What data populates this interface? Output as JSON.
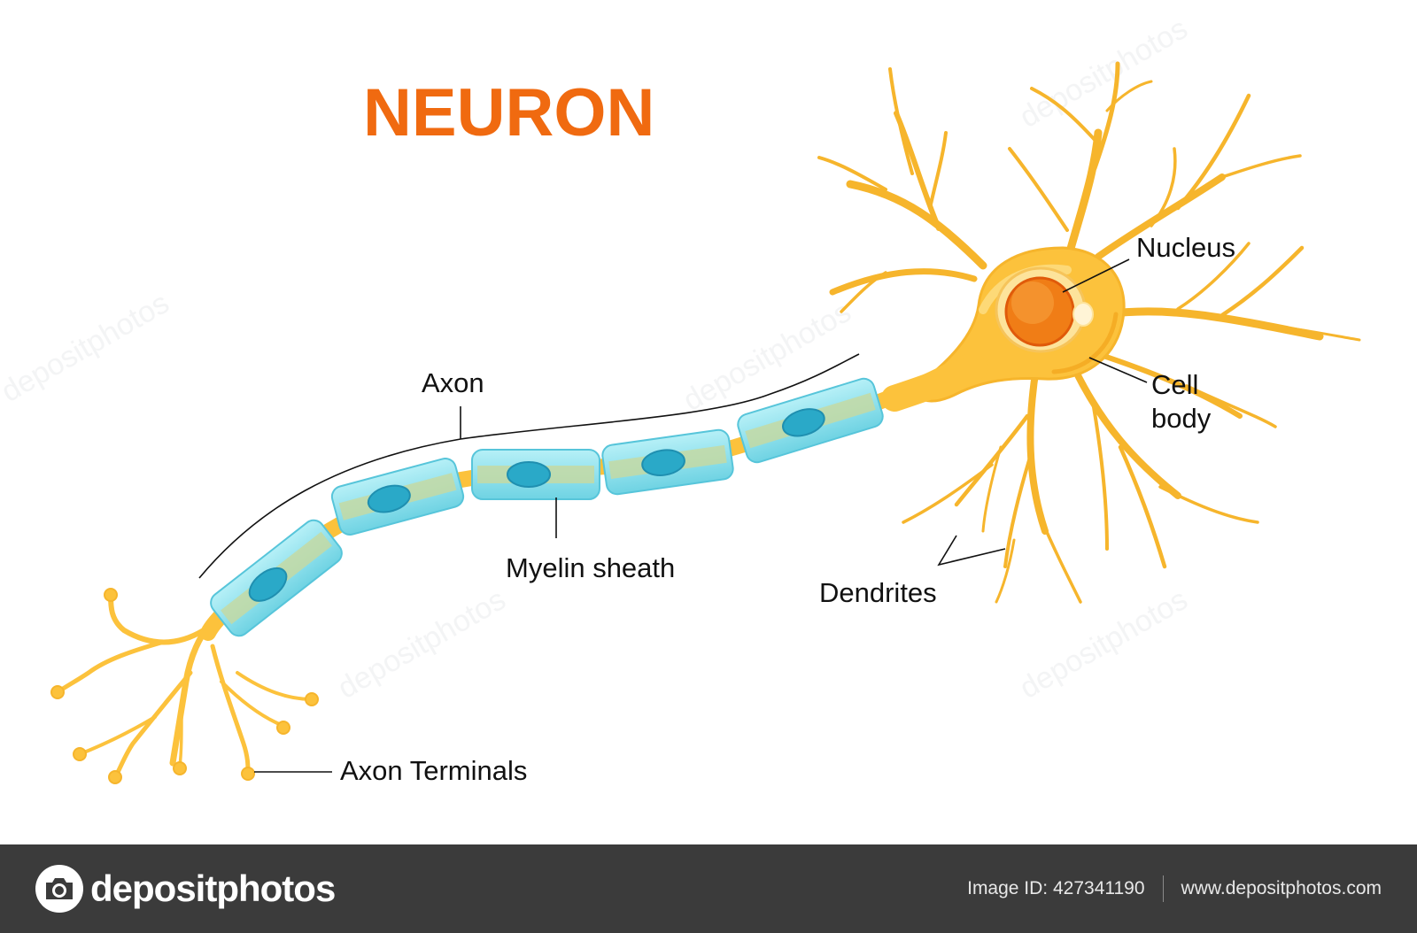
{
  "title": "NEURON",
  "labels": {
    "axon": "Axon",
    "nucleus": "Nucleus",
    "cell_body_line1": "Cell",
    "cell_body_line2": "body",
    "myelin_sheath": "Myelin sheath",
    "dendrites": "Dendrites",
    "axon_terminals": "Axon Terminals"
  },
  "footer": {
    "brand": "depositphotos",
    "image_id": "Image ID: 427341190",
    "url": "www.depositphotos.com"
  },
  "watermark": "depositphotos",
  "colors": {
    "title": "#f06a10",
    "neuron_fill": "#fcc23c",
    "neuron_light": "#fddb7d",
    "nucleus": "#f07d16",
    "nucleus_dark": "#e05a0a",
    "myelin": "#8ee0ec",
    "myelin_inner": "#c4d9a3",
    "schwann_nucleus": "#2aa9c8",
    "footer_bg": "#3b3b3b"
  }
}
